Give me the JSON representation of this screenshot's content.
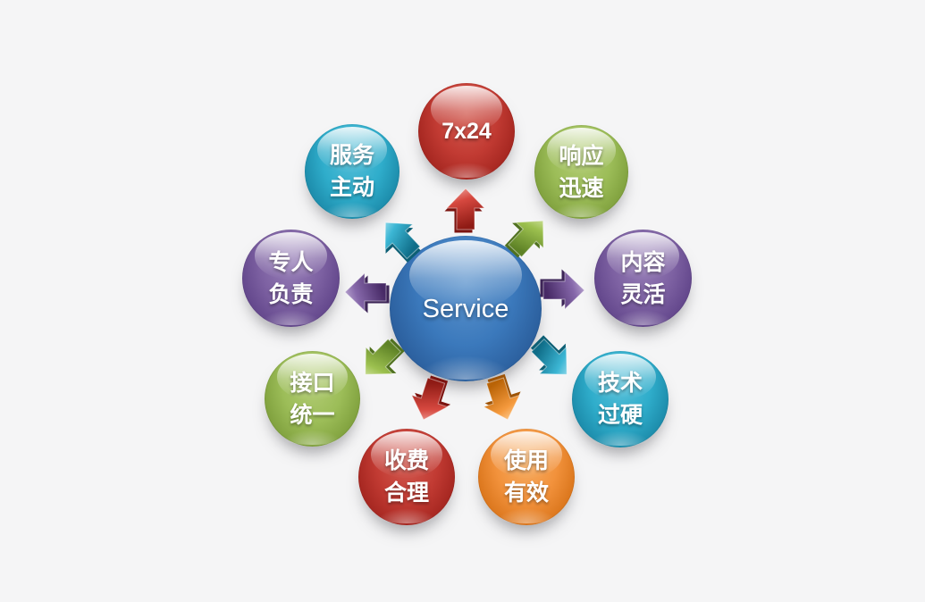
{
  "background_color": "#f5f5f6",
  "diagram": {
    "type": "radial-diverging",
    "center": {
      "label": "Service",
      "color": "#3b79bc",
      "color_name": "blue"
    },
    "nodes": [
      {
        "id": "uptime-7x24",
        "lines": [
          "7x24"
        ],
        "color_name": "red",
        "color": "#c23b33",
        "position": "top"
      },
      {
        "id": "response-rapid",
        "lines": [
          "响应",
          "迅速"
        ],
        "color_name": "green",
        "color": "#9cbd58",
        "position": "top-right"
      },
      {
        "id": "content-flexible",
        "lines": [
          "内容",
          "灵活"
        ],
        "color_name": "purple",
        "color": "#7d61a2",
        "position": "right"
      },
      {
        "id": "technology-solid",
        "lines": [
          "技术",
          "过硬"
        ],
        "color_name": "teal",
        "color": "#2fadcb",
        "position": "lower-right"
      },
      {
        "id": "usage-effective",
        "lines": [
          "使用",
          "有效"
        ],
        "color_name": "orange",
        "color": "#f2923c",
        "position": "bottom-right"
      },
      {
        "id": "fees-reasonable",
        "lines": [
          "收费",
          "合理"
        ],
        "color_name": "red",
        "color": "#c23b33",
        "position": "bottom-left"
      },
      {
        "id": "interface-unified",
        "lines": [
          "接口",
          "统一"
        ],
        "color_name": "green",
        "color": "#9cbd58",
        "position": "lower-left"
      },
      {
        "id": "dedicated-personnel",
        "lines": [
          "专人",
          "负责"
        ],
        "color_name": "purple",
        "color": "#7d61a2",
        "position": "left"
      },
      {
        "id": "service-proactive",
        "lines": [
          "服务",
          "主动"
        ],
        "color_name": "teal",
        "color": "#2fadcb",
        "position": "top-left"
      }
    ],
    "arrows": [
      {
        "direction": "up",
        "color_name": "red",
        "color": "#c23b33"
      },
      {
        "direction": "up-right",
        "color_name": "green",
        "color": "#9cbd58"
      },
      {
        "direction": "right",
        "color_name": "purple",
        "color": "#7d61a2"
      },
      {
        "direction": "down-right",
        "color_name": "teal",
        "color": "#2fadcb"
      },
      {
        "direction": "down-southeast",
        "color_name": "orange",
        "color": "#f2923c"
      },
      {
        "direction": "down-southwest",
        "color_name": "red",
        "color": "#c23b33"
      },
      {
        "direction": "down-left",
        "color_name": "green",
        "color": "#9cbd58"
      },
      {
        "direction": "left",
        "color_name": "purple",
        "color": "#7d61a2"
      },
      {
        "direction": "up-left",
        "color_name": "teal",
        "color": "#2fadcb"
      }
    ]
  }
}
